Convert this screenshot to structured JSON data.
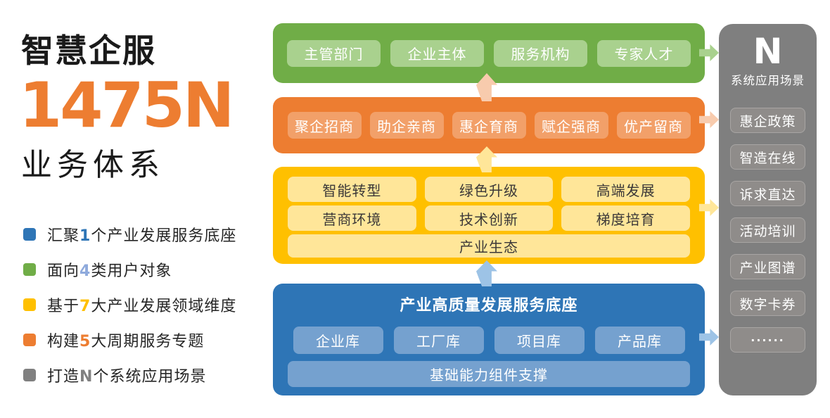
{
  "left": {
    "title_line1": "智慧企服",
    "title_line2": "1475N",
    "title_line3": "业务体系",
    "legend": [
      {
        "prefix": "汇聚",
        "highlight": "1",
        "suffix": "个产业发展服务底座",
        "swatch_color": "#2E75B6",
        "highlight_color": "#2E75B6"
      },
      {
        "prefix": "面向",
        "highlight": "4",
        "suffix": "类用户对象",
        "swatch_color": "#70AD47",
        "highlight_color": "#8FAADC"
      },
      {
        "prefix": "基于",
        "highlight": "7",
        "suffix": "大产业发展领域维度",
        "swatch_color": "#FFC000",
        "highlight_color": "#FFC000"
      },
      {
        "prefix": "构建",
        "highlight": "5",
        "suffix": "大周期服务专题",
        "swatch_color": "#ED7D31",
        "highlight_color": "#ED7D31"
      },
      {
        "prefix": "打造",
        "highlight": "N",
        "suffix": "个系统应用场景",
        "swatch_color": "#808080",
        "highlight_color": "#808080"
      }
    ]
  },
  "layers": {
    "green": {
      "color": "#70AD47",
      "pill_color": "#A9D18E",
      "pills": [
        "主管部门",
        "企业主体",
        "服务机构",
        "专家人才"
      ]
    },
    "orange": {
      "color": "#ED7D31",
      "pill_color": "#F2A069",
      "pills": [
        "聚企招商",
        "助企亲商",
        "惠企育商",
        "赋企强商",
        "优产留商"
      ]
    },
    "yellow": {
      "color": "#FFC000",
      "pill_color": "#FFE699",
      "row1": [
        "智能转型",
        "绿色升级",
        "高端发展"
      ],
      "row2": [
        "营商环境",
        "技术创新",
        "梯度培育"
      ],
      "full_pill": "产业生态"
    },
    "blue": {
      "color": "#2E75B6",
      "pill_color": "#75A1CF",
      "title": "产业高质量发展服务底座",
      "pills": [
        "企业库",
        "工厂库",
        "项目库",
        "产品库"
      ],
      "full_pill": "基础能力组件支撑"
    }
  },
  "right_panel": {
    "color": "#7F7F7F",
    "pill_color": "#8F8C8A",
    "big_label": "N",
    "subtitle": "系统应用场景",
    "items": [
      "惠企政策",
      "智造在线",
      "诉求直达",
      "活动培训",
      "产业图谱",
      "数字卡券",
      "······"
    ]
  },
  "arrows": {
    "up": [
      {
        "name": "orange-to-green",
        "color": "#F8CBAD"
      },
      {
        "name": "yellow-to-orange",
        "color": "#FFE699"
      },
      {
        "name": "blue-to-yellow",
        "color": "#9DC3E6"
      }
    ],
    "right": [
      {
        "name": "green-to-scenes",
        "color": "#A9D18E"
      },
      {
        "name": "orange-to-scenes",
        "color": "#F8CBAD"
      },
      {
        "name": "yellow-to-scenes",
        "color": "#FFE699"
      },
      {
        "name": "blue-to-scenes",
        "color": "#9DC3E6"
      }
    ]
  }
}
